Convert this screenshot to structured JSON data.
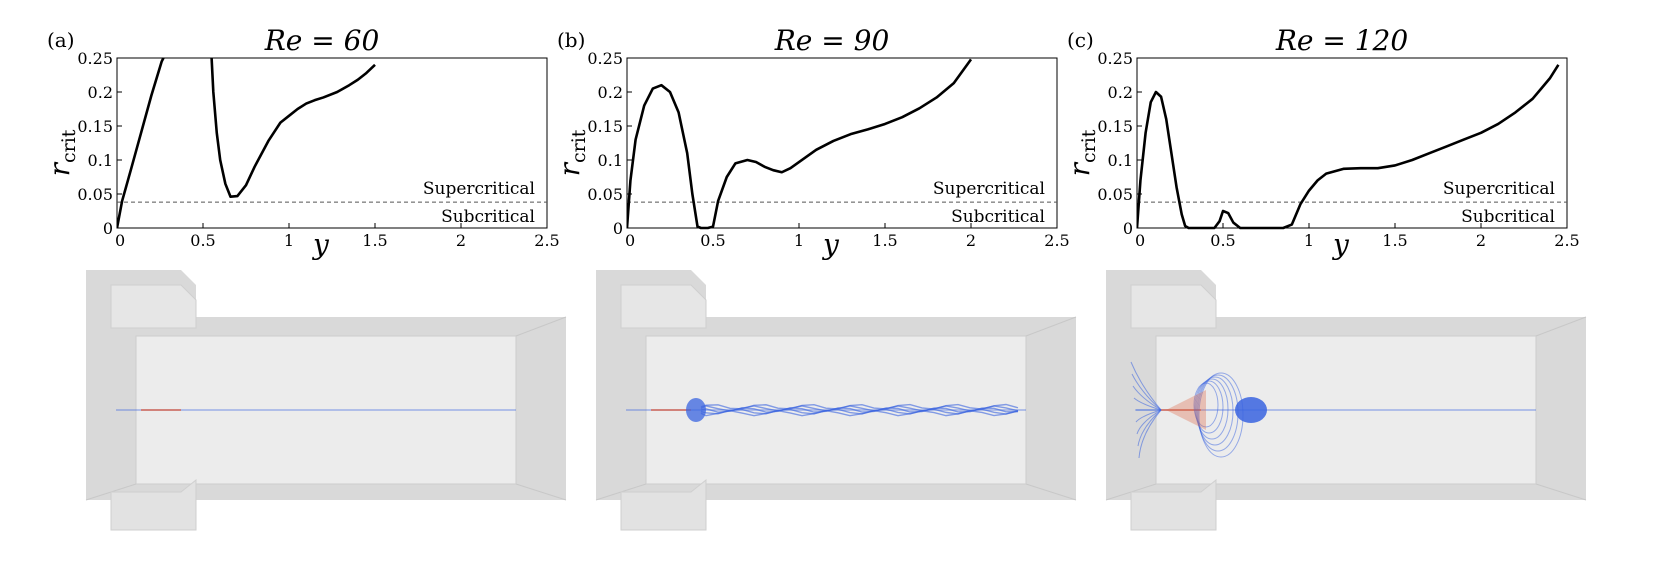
{
  "chart_data": [
    {
      "type": "line",
      "panel": "(a)",
      "title": "Re = 60",
      "xlabel": "y",
      "ylabel": "r_crit",
      "xlim": [
        0,
        2.5
      ],
      "ylim": [
        0,
        0.25
      ],
      "xticks": [
        "0",
        "0.5",
        "1",
        "1.5",
        "2",
        "2.5"
      ],
      "yticks": [
        "0",
        "0.05",
        "0.1",
        "0.15",
        "0.2",
        "0.25"
      ],
      "threshold": 0.038,
      "annotations": {
        "above": "Supercritical",
        "below": "Subcritical"
      },
      "series": [
        {
          "segments": [
            {
              "x": [
                0,
                0.03,
                0.08,
                0.14,
                0.2,
                0.26,
                0.27
              ],
              "y": [
                0,
                0.04,
                0.085,
                0.14,
                0.195,
                0.245,
                0.25
              ]
            },
            {
              "x": [
                0.55,
                0.56,
                0.58,
                0.6,
                0.63,
                0.66,
                0.7,
                0.75,
                0.8,
                0.88,
                0.95,
                1.0,
                1.05,
                1.1,
                1.15,
                1.2,
                1.28,
                1.35,
                1.4,
                1.45,
                1.5
              ],
              "y": [
                0.25,
                0.2,
                0.14,
                0.1,
                0.065,
                0.046,
                0.047,
                0.063,
                0.09,
                0.128,
                0.155,
                0.165,
                0.175,
                0.183,
                0.188,
                0.192,
                0.2,
                0.21,
                0.218,
                0.228,
                0.24
              ]
            }
          ]
        }
      ]
    },
    {
      "type": "line",
      "panel": "(b)",
      "title": "Re = 90",
      "xlabel": "y",
      "ylabel": "r_crit",
      "xlim": [
        0,
        2.5
      ],
      "ylim": [
        0,
        0.25
      ],
      "xticks": [
        "0",
        "0.5",
        "1",
        "1.5",
        "2",
        "2.5"
      ],
      "yticks": [
        "0",
        "0.05",
        "0.1",
        "0.15",
        "0.2",
        "0.25"
      ],
      "threshold": 0.038,
      "annotations": {
        "above": "Supercritical",
        "below": "Subcritical"
      },
      "series": [
        {
          "segments": [
            {
              "x": [
                0,
                0.02,
                0.05,
                0.1,
                0.15,
                0.2,
                0.25,
                0.3,
                0.35,
                0.38,
                0.41,
                0.43,
                0.47,
                0.5,
                0.53,
                0.58,
                0.63,
                0.7,
                0.75,
                0.8,
                0.85,
                0.9,
                0.95,
                1.0,
                1.1,
                1.2,
                1.3,
                1.4,
                1.5,
                1.6,
                1.7,
                1.8,
                1.9,
                2.0
              ],
              "y": [
                0,
                0.07,
                0.13,
                0.18,
                0.205,
                0.21,
                0.2,
                0.17,
                0.11,
                0.05,
                0.002,
                0,
                0,
                0.002,
                0.04,
                0.075,
                0.095,
                0.1,
                0.097,
                0.09,
                0.085,
                0.082,
                0.088,
                0.097,
                0.115,
                0.128,
                0.138,
                0.145,
                0.153,
                0.163,
                0.176,
                0.192,
                0.213,
                0.248
              ]
            }
          ]
        }
      ]
    },
    {
      "type": "line",
      "panel": "(c)",
      "title": "Re = 120",
      "xlabel": "y",
      "ylabel": "r_crit",
      "xlim": [
        0,
        2.5
      ],
      "ylim": [
        0,
        0.25
      ],
      "xticks": [
        "0",
        "0.5",
        "1",
        "1.5",
        "2",
        "2.5"
      ],
      "yticks": [
        "0",
        "0.05",
        "0.1",
        "0.15",
        "0.2",
        "0.25"
      ],
      "threshold": 0.038,
      "annotations": {
        "above": "Supercritical",
        "below": "Subcritical"
      },
      "series": [
        {
          "segments": [
            {
              "x": [
                0,
                0.02,
                0.05,
                0.08,
                0.11,
                0.14,
                0.17,
                0.2,
                0.23,
                0.26,
                0.28,
                0.3,
                0.35,
                0.4,
                0.45,
                0.48,
                0.5,
                0.53,
                0.56,
                0.6,
                0.65,
                0.7,
                0.75,
                0.8,
                0.85,
                0.9,
                0.95,
                1.0,
                1.05,
                1.1,
                1.2,
                1.3,
                1.4,
                1.5,
                1.6,
                1.7,
                1.8,
                1.9,
                2.0,
                2.1,
                2.2,
                2.3,
                2.35,
                2.4,
                2.45
              ],
              "y": [
                0,
                0.07,
                0.14,
                0.185,
                0.2,
                0.193,
                0.16,
                0.11,
                0.06,
                0.02,
                0.003,
                0,
                0,
                0,
                0,
                0.01,
                0.025,
                0.022,
                0.008,
                0,
                0,
                0,
                0,
                0,
                0,
                0.005,
                0.035,
                0.055,
                0.07,
                0.08,
                0.087,
                0.088,
                0.088,
                0.092,
                0.1,
                0.11,
                0.12,
                0.13,
                0.14,
                0.153,
                0.17,
                0.19,
                0.205,
                0.22,
                0.24
              ]
            }
          ]
        }
      ]
    }
  ],
  "flow_views": [
    {
      "panel": "(a)",
      "structures": "thin-filament",
      "colors": {
        "negative": "#3a64e0",
        "positive": "#e06a4a",
        "wall": "#d9d9d9",
        "channel": "#ececec"
      }
    },
    {
      "panel": "(b)",
      "structures": "bubble-and-wake",
      "colors": {
        "negative": "#3a64e0",
        "positive": "#e06a4a",
        "wall": "#d9d9d9",
        "channel": "#ececec"
      }
    },
    {
      "panel": "(c)",
      "structures": "cone-spiral-and-bubble",
      "colors": {
        "negative": "#3a64e0",
        "positive": "#e06a4a",
        "wall": "#d9d9d9",
        "channel": "#ececec"
      }
    }
  ]
}
